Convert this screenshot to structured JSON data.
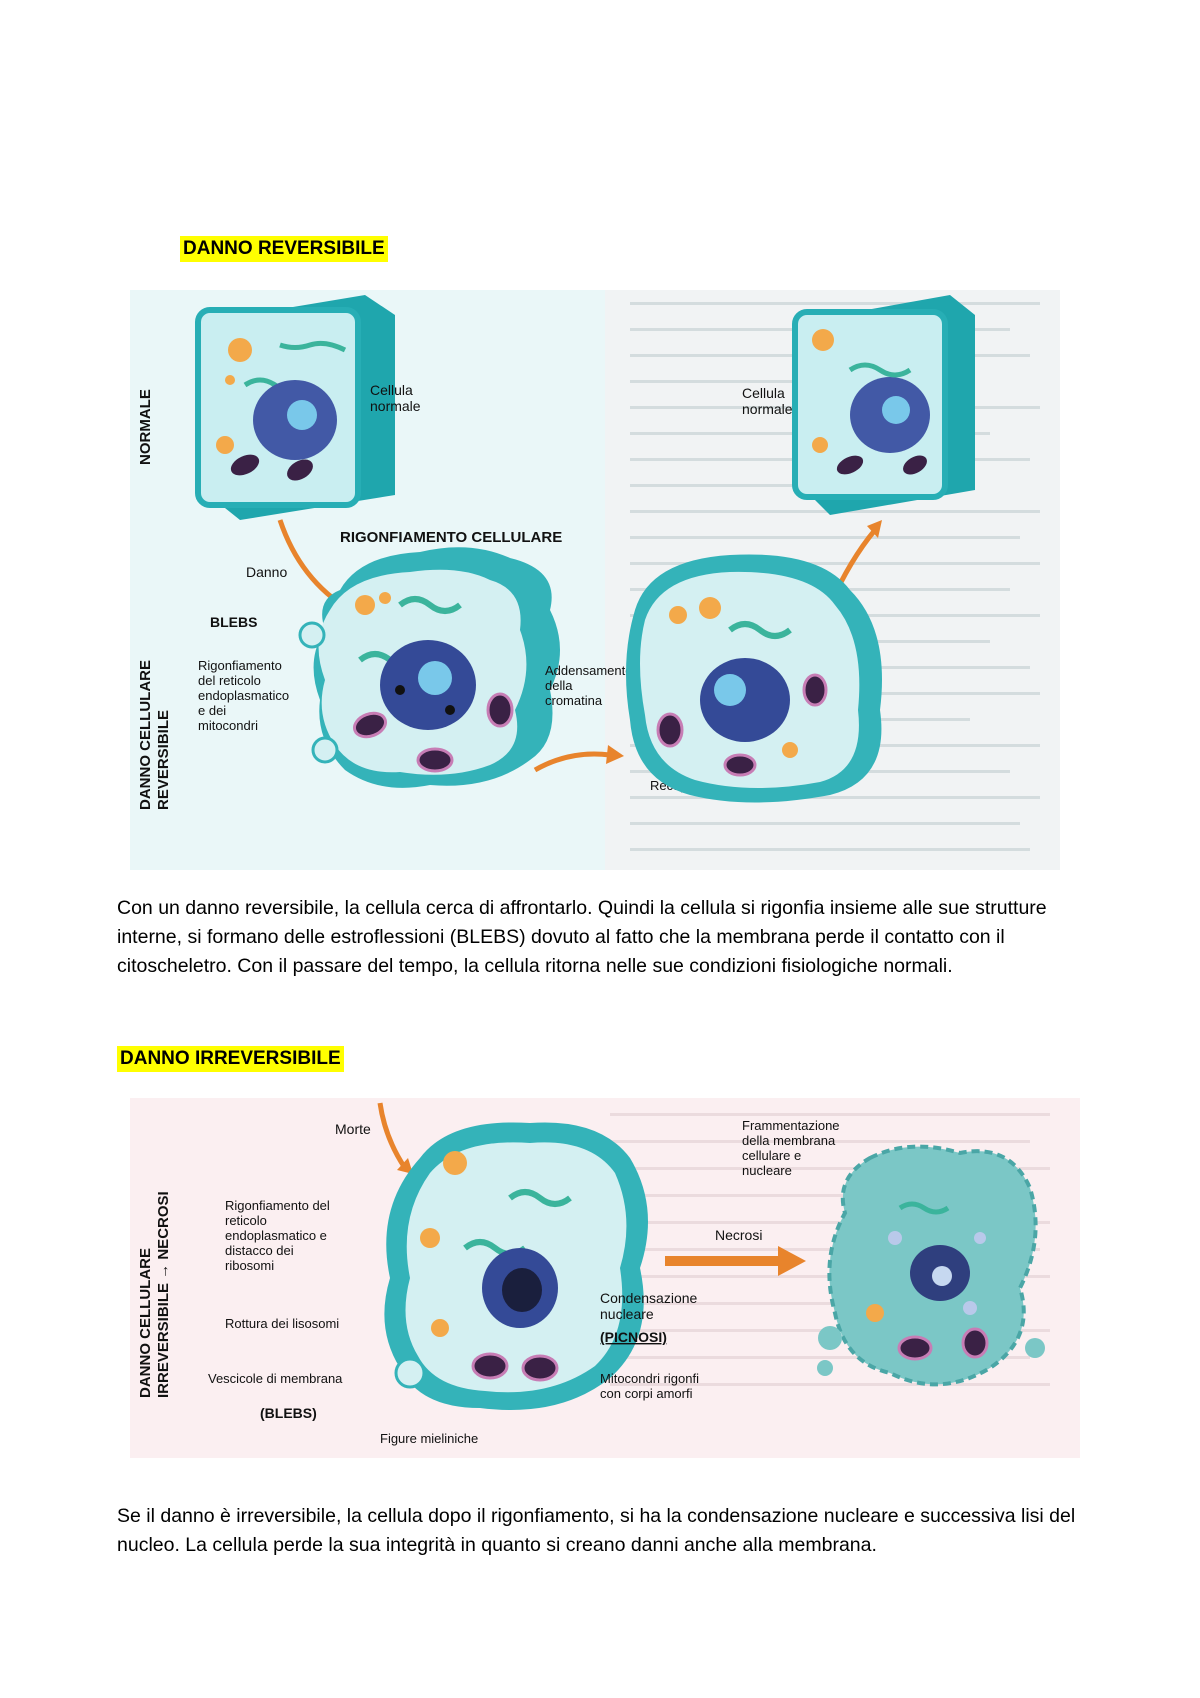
{
  "section_reversible": {
    "heading": "DANNO REVERSIBILE",
    "figure": {
      "side_label_top": "NORMALE",
      "side_label_bottom_1": "DANNO CELLULARE",
      "side_label_bottom_2": "REVERSIBILE",
      "cell_normal_left": "Cellula normale",
      "cell_normal_right": "Cellula normale",
      "title_swelling": "RIGONFIAMENTO CELLULARE",
      "arrow_damage": "Danno",
      "blebs": "BLEBS",
      "swelling_er": "Rigonfiamento del reticolo endoplasmatico e dei mitocondri",
      "chromatin": "Addensamento della cromatina",
      "recovery": "Recupero"
    },
    "paragraph": "Con un danno reversibile, la cellula cerca di affrontarlo. Quindi la cellula si rigonfia insieme alle sue strutture interne, si formano delle estroflessioni (BLEBS) dovuto al fatto che la membrana perde il contatto con il citoscheletro. Con il passare del tempo, la cellula ritorna nelle sue condizioni fisiologiche normali."
  },
  "section_irreversible": {
    "heading": "DANNO IRREVERSIBILE",
    "figure": {
      "side_label_1": "DANNO CELLULARE",
      "side_label_2": "IRREVERSIBILE → NECROSI",
      "death": "Morte",
      "swelling_er": "Rigonfiamento del reticolo endoplasmatico e distacco dei ribosomi",
      "lysosomes": "Rottura dei lisosomi",
      "vesicles": "Vescicole di membrana",
      "blebs": "(BLEBS)",
      "myelin": "Figure mieliniche",
      "condensation": "Condensazione nucleare",
      "pyknosis": "(PICNOSI)",
      "mitochondria": "Mitocondri rigonfi con corpi amorfi",
      "fragmentation": "Frammentazione della membrana cellulare e nucleare",
      "necrosis": "Necrosi"
    },
    "paragraph": "Se il danno è irreversibile, la cellula dopo il rigonfiamento, si ha la condensazione nucleare e successiva lisi del nucleo. La cellula perde la sua integrità in quanto si creano danni anche alla membrana."
  },
  "colors": {
    "highlight": "#ffff00",
    "cell_teal": "#35b7bd",
    "cytoplasm": "#d6f1f3",
    "nucleus": "#2f4f9f",
    "arrow": "#e8842c",
    "pyknosis_red": "#d11f1f"
  }
}
